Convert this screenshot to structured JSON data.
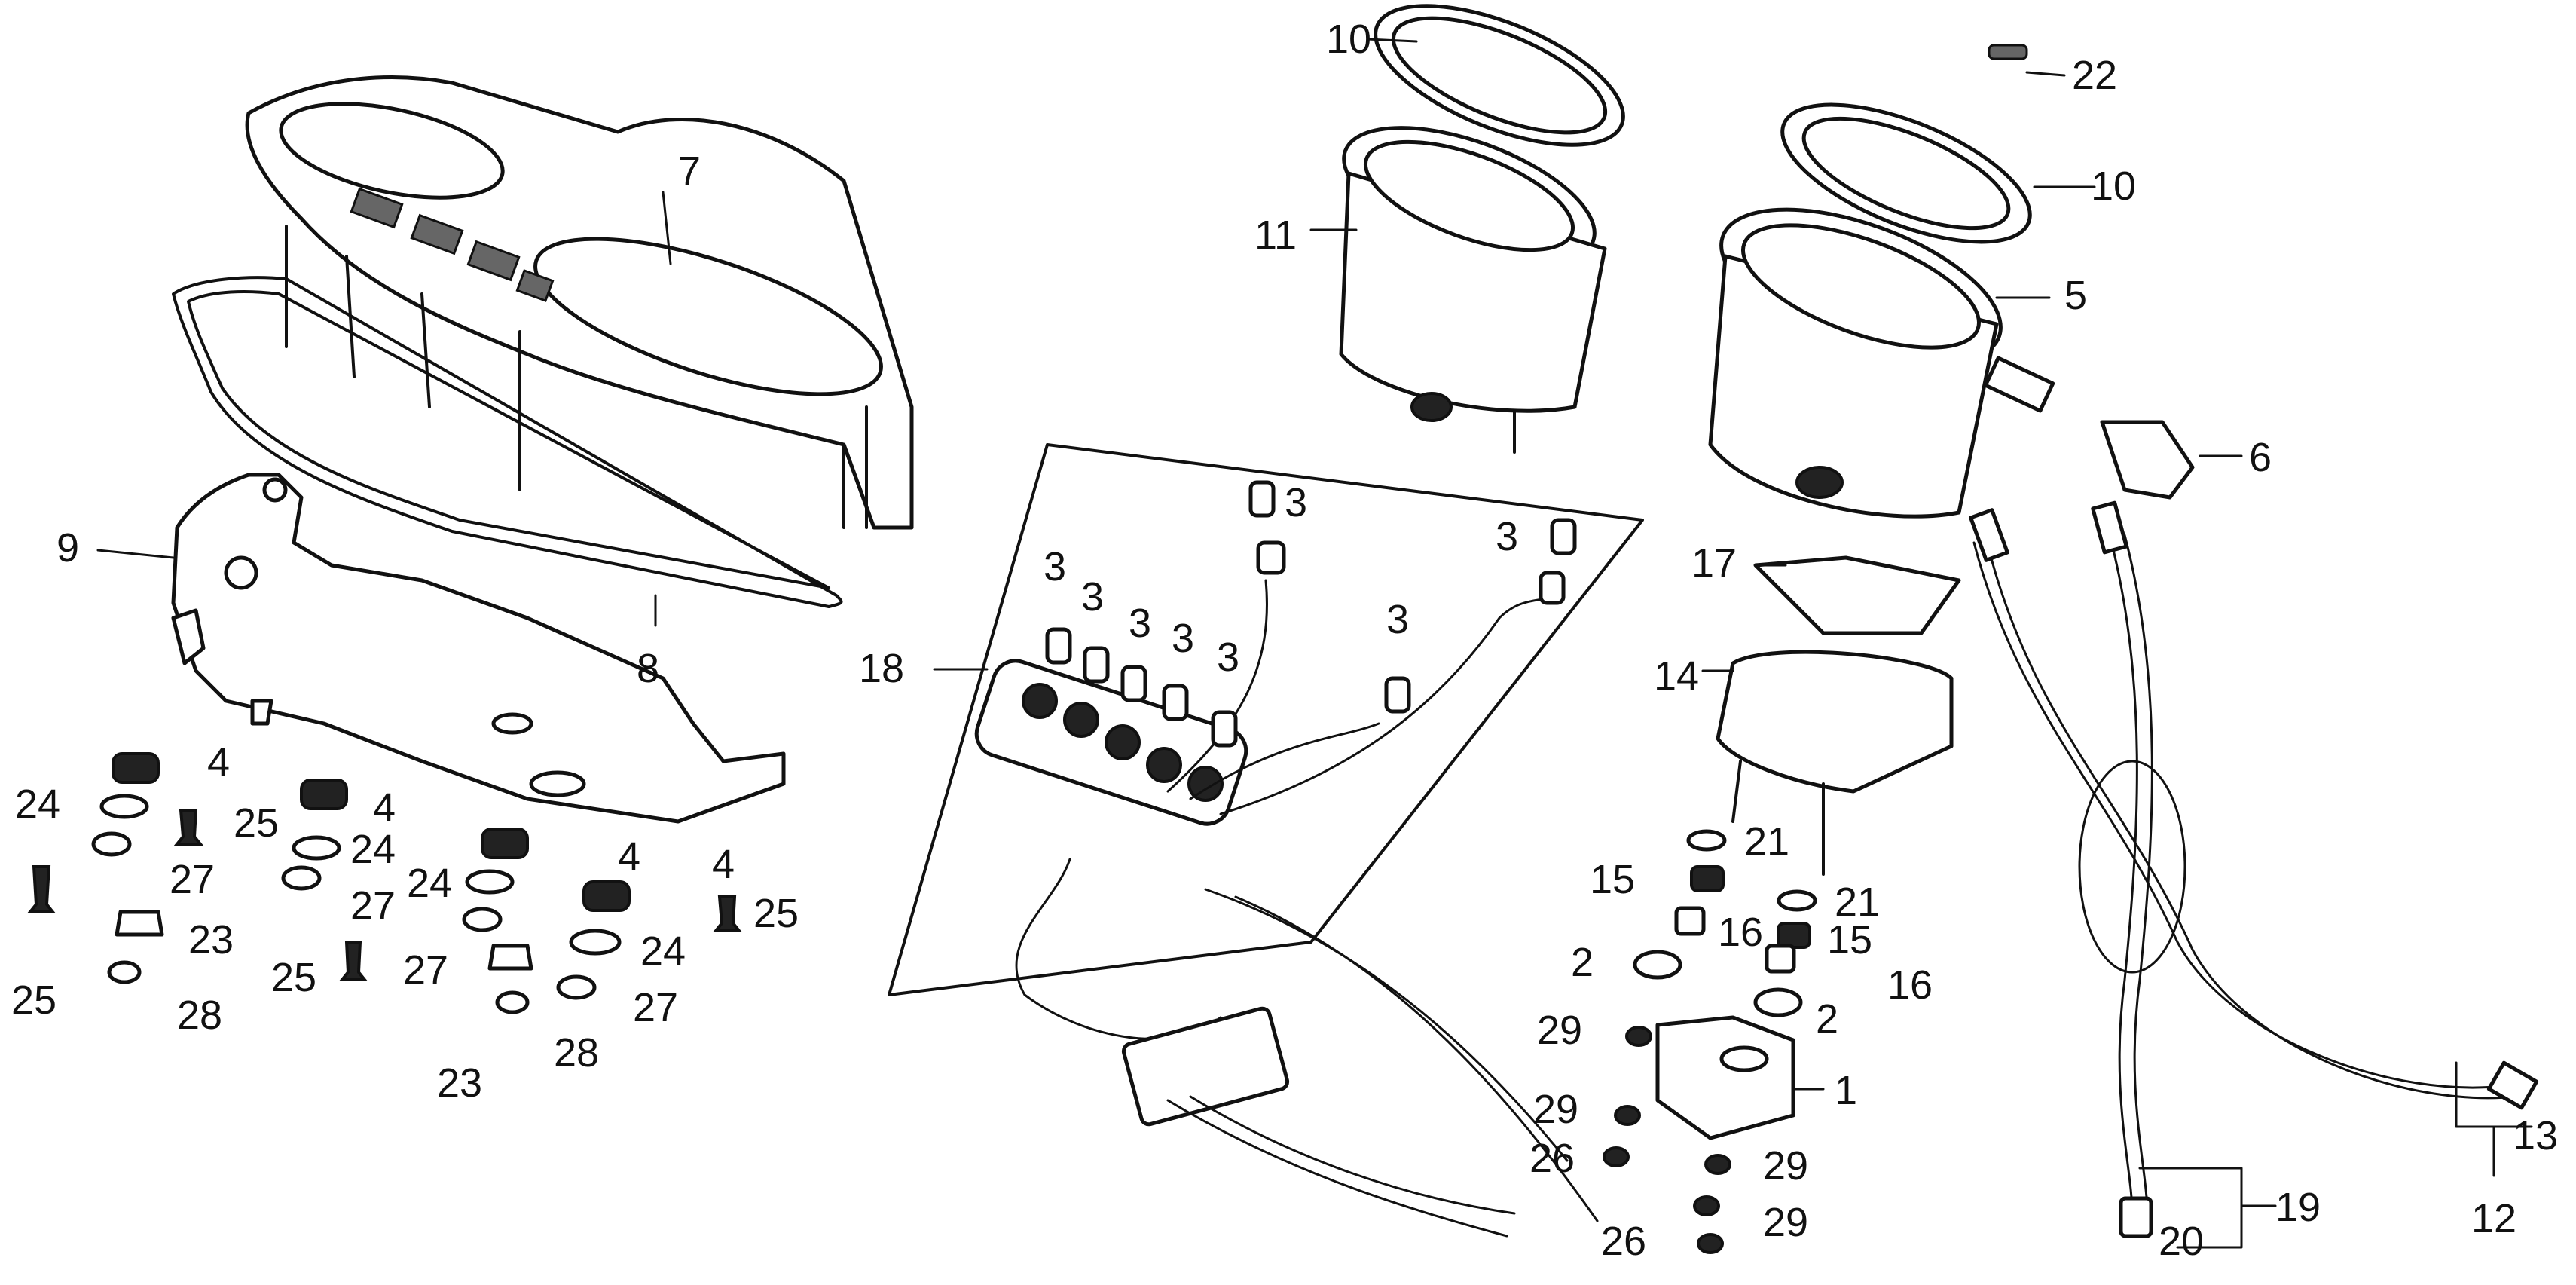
{
  "callouts": [
    {
      "id": "c1",
      "label": "1"
    },
    {
      "id": "c2a",
      "label": "2"
    },
    {
      "id": "c2b",
      "label": "2"
    },
    {
      "id": "c3a",
      "label": "3"
    },
    {
      "id": "c3b",
      "label": "3"
    },
    {
      "id": "c3c",
      "label": "3"
    },
    {
      "id": "c3d",
      "label": "3"
    },
    {
      "id": "c3e",
      "label": "3"
    },
    {
      "id": "c3f",
      "label": "3"
    },
    {
      "id": "c3g",
      "label": "3"
    },
    {
      "id": "c3h",
      "label": "3"
    },
    {
      "id": "c4a",
      "label": "4"
    },
    {
      "id": "c4b",
      "label": "4"
    },
    {
      "id": "c4c",
      "label": "4"
    },
    {
      "id": "c4d",
      "label": "4"
    },
    {
      "id": "c5",
      "label": "5"
    },
    {
      "id": "c6",
      "label": "6"
    },
    {
      "id": "c7",
      "label": "7"
    },
    {
      "id": "c8",
      "label": "8"
    },
    {
      "id": "c9",
      "label": "9"
    },
    {
      "id": "c10a",
      "label": "10"
    },
    {
      "id": "c10b",
      "label": "10"
    },
    {
      "id": "c11",
      "label": "11"
    },
    {
      "id": "c12",
      "label": "12"
    },
    {
      "id": "c13",
      "label": "13"
    },
    {
      "id": "c14",
      "label": "14"
    },
    {
      "id": "c15a",
      "label": "15"
    },
    {
      "id": "c15b",
      "label": "15"
    },
    {
      "id": "c16a",
      "label": "16"
    },
    {
      "id": "c16b",
      "label": "16"
    },
    {
      "id": "c17",
      "label": "17"
    },
    {
      "id": "c18",
      "label": "18"
    },
    {
      "id": "c19",
      "label": "19"
    },
    {
      "id": "c20",
      "label": "20"
    },
    {
      "id": "c21a",
      "label": "21"
    },
    {
      "id": "c21b",
      "label": "21"
    },
    {
      "id": "c22",
      "label": "22"
    },
    {
      "id": "c23a",
      "label": "23"
    },
    {
      "id": "c23b",
      "label": "23"
    },
    {
      "id": "c24a",
      "label": "24"
    },
    {
      "id": "c24b",
      "label": "24"
    },
    {
      "id": "c24c",
      "label": "24"
    },
    {
      "id": "c24d",
      "label": "24"
    },
    {
      "id": "c25a",
      "label": "25"
    },
    {
      "id": "c25b",
      "label": "25"
    },
    {
      "id": "c25c",
      "label": "25"
    },
    {
      "id": "c25d",
      "label": "25"
    },
    {
      "id": "c26a",
      "label": "26"
    },
    {
      "id": "c26b",
      "label": "26"
    },
    {
      "id": "c27a",
      "label": "27"
    },
    {
      "id": "c27b",
      "label": "27"
    },
    {
      "id": "c27c",
      "label": "27"
    },
    {
      "id": "c27d",
      "label": "27"
    },
    {
      "id": "c28a",
      "label": "28"
    },
    {
      "id": "c28b",
      "label": "28"
    },
    {
      "id": "c29a",
      "label": "29"
    },
    {
      "id": "c29b",
      "label": "29"
    },
    {
      "id": "c29c",
      "label": "29"
    },
    {
      "id": "c29d",
      "label": "29"
    }
  ]
}
